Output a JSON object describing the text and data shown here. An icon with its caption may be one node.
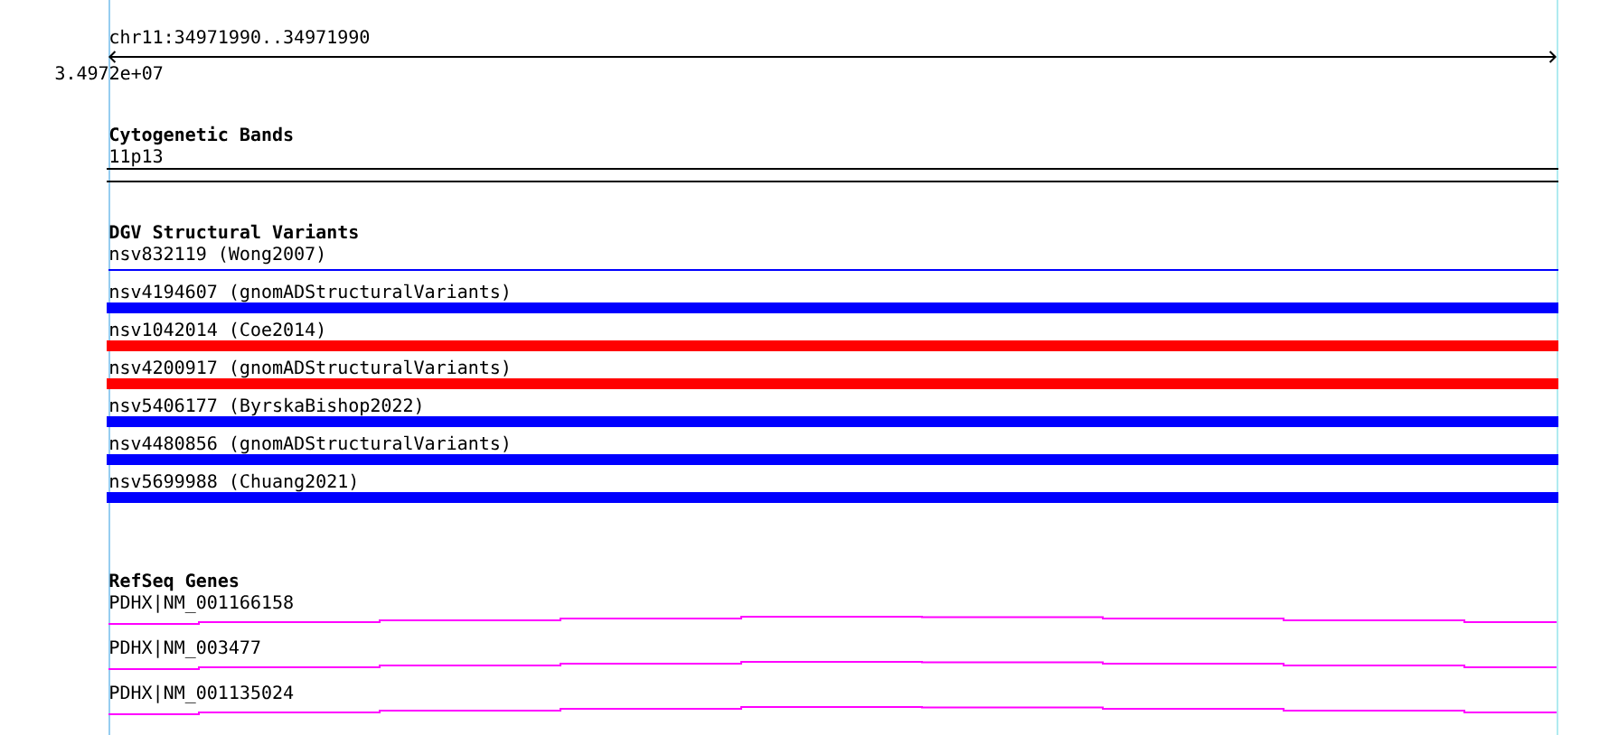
{
  "diagram": {
    "labels": [
      "chr11:34971990..34971990",
      "3.4972e+07",
      "Cytogenetic Bands",
      "11p13",
      "DGV Structural Variants",
      "nsv832119 (Wong2007)",
      "nsv4194607 (gnomADStructuralVariants)",
      "nsv1042014 (Coe2014)",
      "nsv4200917 (gnomADStructuralVariants)",
      "nsv5406177 (ByrskaBishop2022)",
      "nsv4480856 (gnomADStructuralVariants)",
      "nsv5699988 (Chuang2021)",
      "RefSeq Genes",
      "PDHX|NM_001166158",
      "PDHX|NM_003477",
      "PDHX|NM_001135024"
    ]
  }
}
